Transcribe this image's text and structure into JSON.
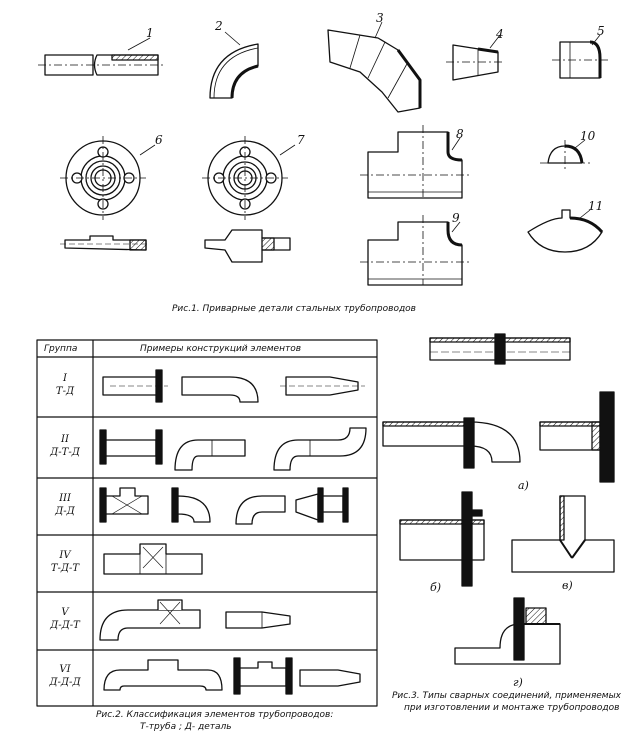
{
  "figure1": {
    "caption": "Рис.1. Приварные детали стальных трубопроводов",
    "part_labels": [
      "1",
      "2",
      "3",
      "4",
      "5",
      "6",
      "7",
      "8",
      "9",
      "10",
      "11"
    ]
  },
  "figure2": {
    "caption_line1": "Рис.2. Классификация элементов трубопроводов:",
    "caption_line2": "Т-труба ; Д- деталь",
    "header_group": "Группа",
    "header_examples": "Примеры конструкций элементов",
    "rows": [
      {
        "roman": "I",
        "code": "Т-Д"
      },
      {
        "roman": "II",
        "code": "Д-Т-Д"
      },
      {
        "roman": "III",
        "code": "Д-Д"
      },
      {
        "roman": "IV",
        "code": "Т-Д-Т"
      },
      {
        "roman": "V",
        "code": "Д-Д-Т"
      },
      {
        "roman": "VI",
        "code": "Д-Д-Д"
      }
    ]
  },
  "figure3": {
    "caption_line1": "Рис.3. Типы сварных соединений, применяемых",
    "caption_line2": "при изготовлении и монтаже трубопроводов",
    "sub_labels": [
      "а)",
      "б)",
      "в)",
      "г)"
    ]
  }
}
